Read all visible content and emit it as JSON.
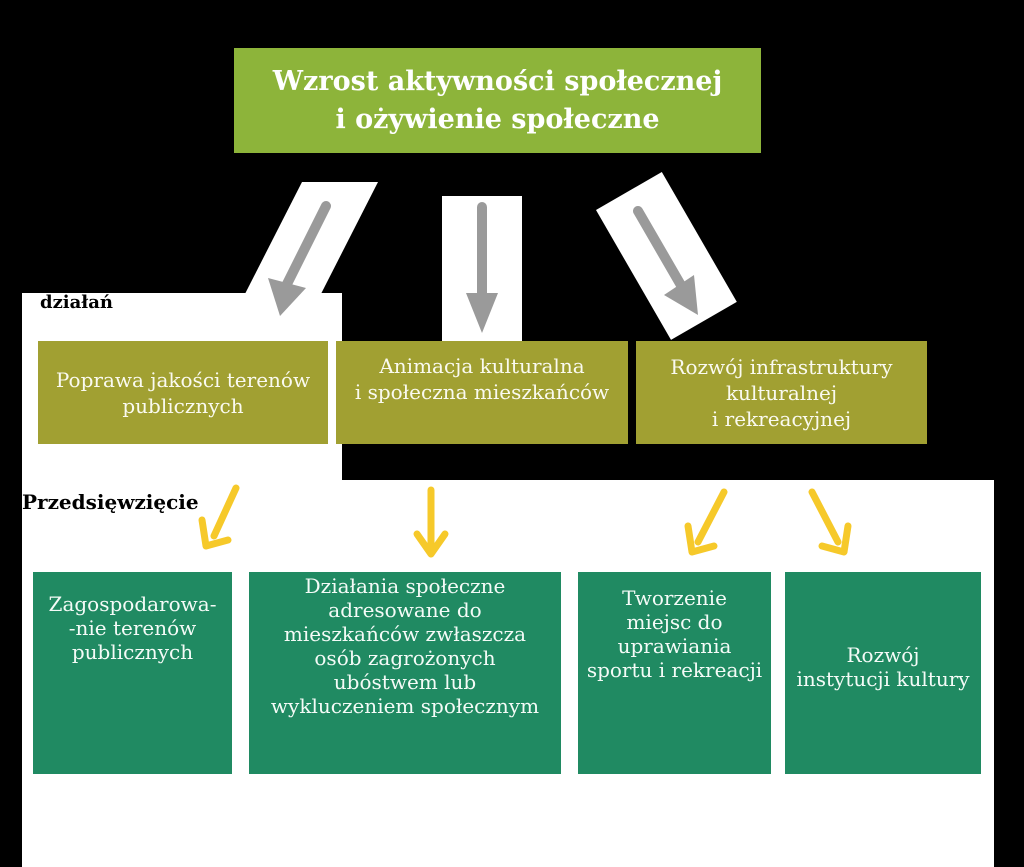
{
  "goal": {
    "line1": "Wzrost aktywności społecznej",
    "line2": "i ożywienie społeczne"
  },
  "labels": {
    "directions": "działań",
    "projects": "Przedsięwzięcie"
  },
  "directions": [
    {
      "lines": [
        "Poprawa jakości terenów",
        "publicznych"
      ]
    },
    {
      "lines": [
        "Animacja kulturalna",
        "i społeczna mieszkańców"
      ]
    },
    {
      "lines": [
        "Rozwój infrastruktury",
        "kulturalnej",
        "i rekreacyjnej"
      ]
    }
  ],
  "projects": [
    {
      "lines": [
        "Zagospodarowa-",
        "-nie terenów",
        "publicznych"
      ]
    },
    {
      "lines": [
        "Działania społeczne",
        "adresowane do",
        "mieszkańców zwłaszcza",
        "osób zagrożonych",
        "ubóstwem lub",
        "wykluczeniem społecznym"
      ]
    },
    {
      "lines": [
        "Tworzenie",
        "miejsc do",
        "uprawiania",
        "sportu i rekreacji"
      ]
    },
    {
      "lines": [
        "Rozwój",
        "instytucji kultury"
      ]
    }
  ],
  "colors": {
    "goal": "#8db43a",
    "direction": "#a1a032",
    "project": "#208a62",
    "gray_arrow": "#9a9a9a",
    "yellow_arrow": "#f6c92a"
  }
}
